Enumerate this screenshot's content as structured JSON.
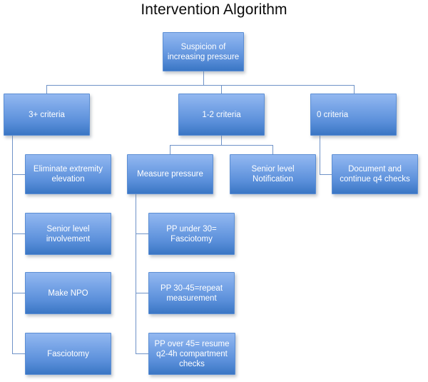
{
  "diagram": {
    "title": "Intervention Algorithm",
    "type": "flowchart",
    "nodes": {
      "root": {
        "label": "Suspicion of increasing pressure"
      },
      "criteria_3plus": {
        "label": "3+ criteria"
      },
      "criteria_1to2": {
        "label": "1-2 criteria"
      },
      "criteria_0": {
        "label": "0 criteria"
      },
      "eliminate_elevation": {
        "label": "Eliminate extremity elevation"
      },
      "senior_involvement": {
        "label": "Senior level involvement"
      },
      "make_npo": {
        "label": "Make NPO"
      },
      "fasciotomy": {
        "label": "Fasciotomy"
      },
      "measure_pressure": {
        "label": "Measure pressure"
      },
      "pp_under_30": {
        "label": "PP under 30= Fasciotomy"
      },
      "pp_30_45": {
        "label": "PP 30-45=repeat measurement"
      },
      "pp_over_45": {
        "label": "PP over 45= resume q2-4h compartment checks"
      },
      "senior_notification": {
        "label": "Senior level Notification"
      },
      "document_q4": {
        "label": "Document and continue q4 checks"
      }
    },
    "colors": {
      "node_gradient_top": "#93b8f0",
      "node_gradient_bottom": "#3a76c4",
      "node_border": "#5b8ed4",
      "node_text": "#ffffff",
      "connector": "#6f93c8",
      "title_text": "#0a0a0a",
      "background": "#ffffff"
    }
  }
}
